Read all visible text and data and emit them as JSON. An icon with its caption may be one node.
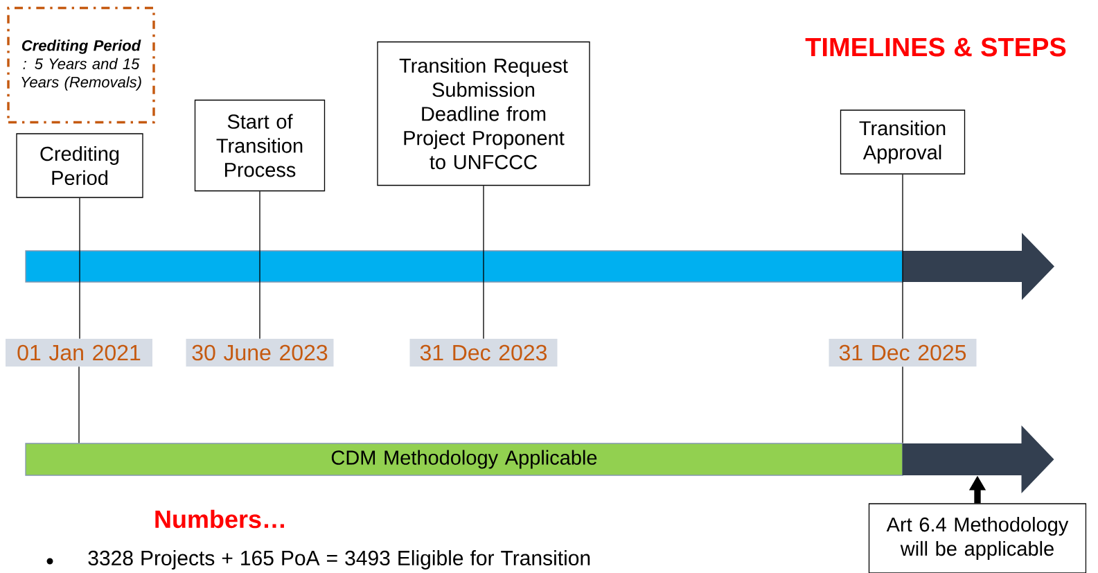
{
  "diagram": {
    "title": "TIMELINES & STEPS",
    "nodes": [
      {
        "text": [
          "**Crediting Period** : 5 Years and 15 Years (Removals)"
        ]
      },
      {
        "text": [
          "Crediting Period"
        ]
      },
      {
        "text": [
          "Start of Transition Process"
        ]
      },
      {
        "text": [
          "Transition Request Submission Deadline from Project Proponent to UNFCCC"
        ]
      },
      {
        "text": [
          "Transition Approval"
        ]
      },
      {
        "text": [
          "01 Jan 2021"
        ]
      },
      {
        "text": [
          "30 June 2023"
        ]
      },
      {
        "text": [
          "31 Dec 2023"
        ]
      },
      {
        "text": [
          "31 Dec 2025"
        ]
      },
      {
        "text": [
          "CDM Methodology Applicable"
        ]
      },
      {
        "text": [],
        "shape": "arrow"
      },
      {
        "text": [
          "Art 6.4 Methodology will be applicable"
        ]
      }
    ],
    "edges": [
      {
        "from": 1,
        "to": 5,
        "arrow": "none"
      },
      {
        "from": 2,
        "to": 6,
        "arrow": "none"
      },
      {
        "from": 3,
        "to": 7,
        "arrow": "none"
      },
      {
        "from": 4,
        "to": 8,
        "arrow": "none"
      },
      {
        "from": 5,
        "to": 9,
        "arrow": "none"
      },
      {
        "from": 8,
        "to": 9,
        "arrow": "none"
      },
      {
        "from": 11,
        "to": 10,
        "arrow": "to",
        "style": "thick"
      }
    ],
    "labels": [
      "Numbers…",
      "3328 Projects + 165 PoA = 3493 Eligible for Transition"
    ]
  }
}
